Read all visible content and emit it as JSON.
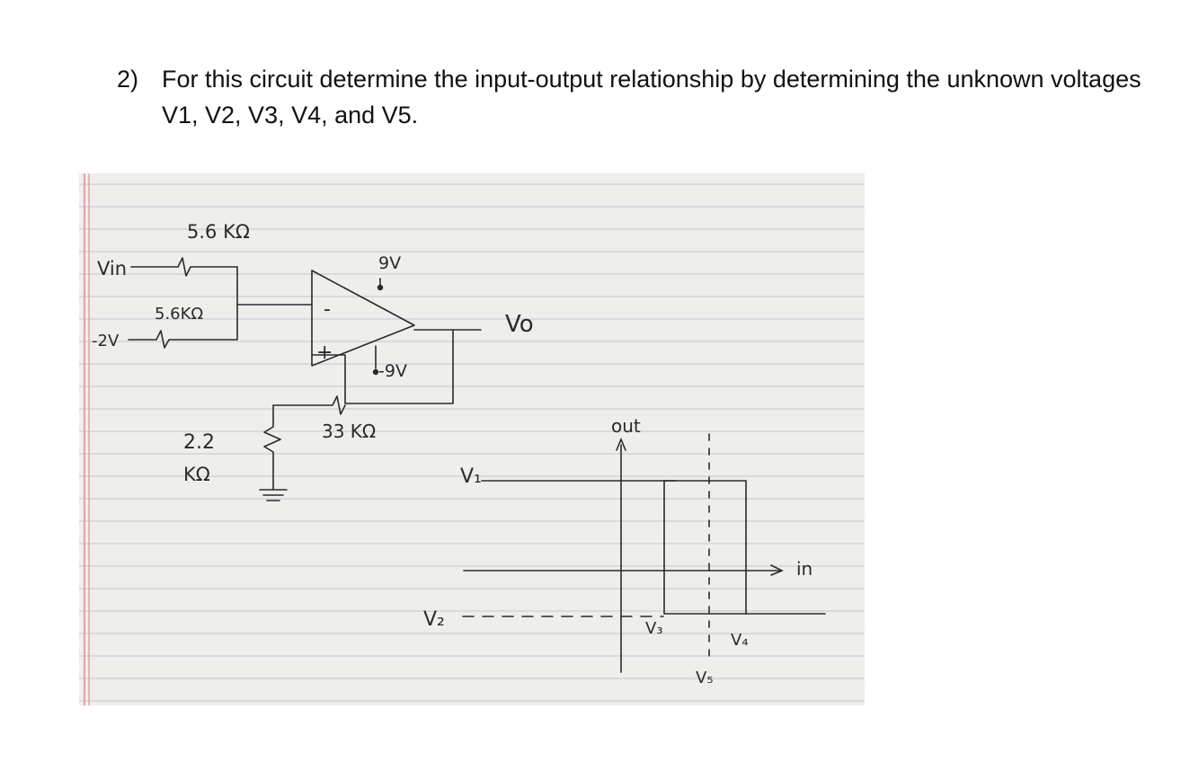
{
  "question": {
    "number": "2)",
    "text": "For this circuit  determine the input-output relationship by determining the unknown voltages V1, V2, V3, V4, and V5."
  },
  "circuit": {
    "r_top": "5.6 KΩ",
    "vin": "Vin",
    "r_mid": "5.6KΩ",
    "neg_input": "-2V",
    "minus_sign": "-",
    "plus_sign": "+",
    "vpos": "9V",
    "vneg": "-9V",
    "vo": "Vo",
    "r_feedback": "33 KΩ",
    "r_ground_value": "2.2",
    "r_ground_unit": "KΩ"
  },
  "transfer_curve": {
    "y_axis": "out",
    "x_axis": "in",
    "v1": "V₁",
    "v2": "V₂",
    "v3": "V₃",
    "v4": "V₄",
    "v5": "V₅"
  },
  "colors": {
    "paper": "#eeeeea",
    "rule_line": "#b9c9dc",
    "margin_line": "#e7a0a6",
    "ink": "#2a2a2a"
  }
}
